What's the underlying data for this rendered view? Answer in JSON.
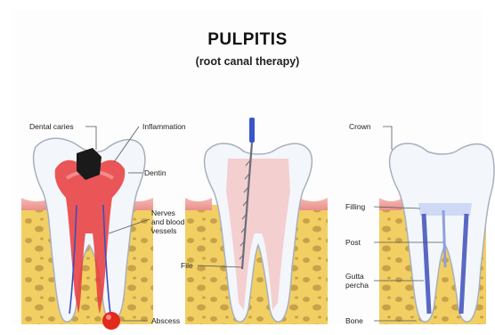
{
  "title": "PULPITIS",
  "subtitle": "(root canal therapy)",
  "labels": {
    "dental_caries": "Dental caries",
    "inflammation": "Inflammation",
    "dentin": "Dentin",
    "nerves": "Nerves\nand blood\nvessels",
    "file": "File",
    "abscess": "Abscess",
    "crown": "Crown",
    "filling": "Filling",
    "post": "Post",
    "gutta": "Gutta\npercha",
    "bone": "Bone"
  },
  "colors": {
    "gum": "#f1a6a2",
    "bone": "#f1cf63",
    "bone_spot": "#c8a24a",
    "enamel": "#f3f6fb",
    "tooth_outline": "#a7b0bd",
    "pulp_inflamed": "#e83a3a",
    "pulp_healthy": "#f4c6c6",
    "canal_blue": "#3d4fb8",
    "caries": "#1a1a1a",
    "abscess": "#e12a1d",
    "file_handle": "#3a55c8"
  }
}
